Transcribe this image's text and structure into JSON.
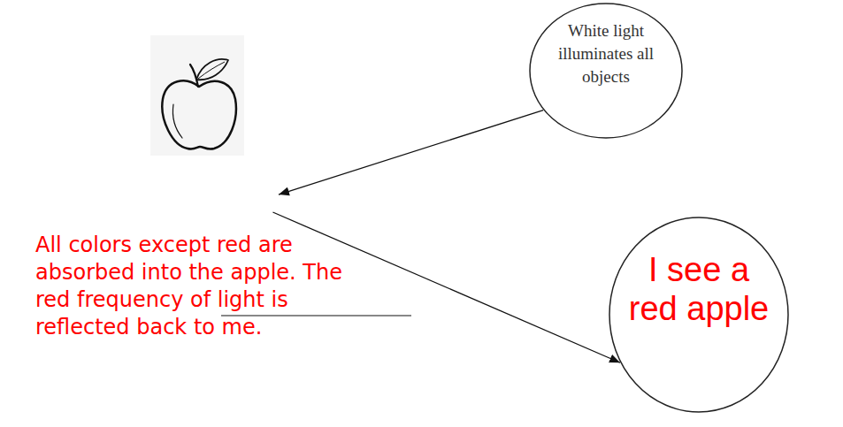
{
  "diagram": {
    "nodes": [
      {
        "text": [
          "White light illuminates all objects"
        ]
      },
      {
        "text": [
          "All colors except red are absorbed into the apple. The red frequency of light is reflected back to me."
        ]
      },
      {
        "text": [
          "I see a red apple"
        ]
      }
    ],
    "edges": [
      {
        "from": 0,
        "to": 1,
        "arrow": "to"
      },
      {
        "from": 1,
        "to": 2,
        "arrow": "to"
      }
    ]
  }
}
